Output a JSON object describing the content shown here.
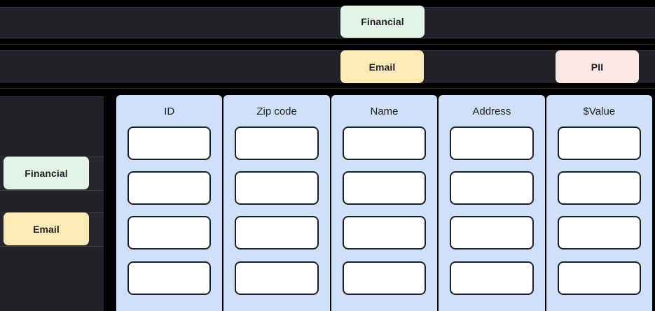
{
  "background_color": "#000000",
  "top_rows": [
    {
      "name": "row-financial",
      "bar_color": "#202227",
      "tags": [
        {
          "label": "Financial",
          "color": "#e3f3e8"
        }
      ]
    },
    {
      "name": "row-email-pii",
      "bar_color": "#202227",
      "tags": [
        {
          "label": "Email",
          "color": "#fdeab7"
        },
        {
          "label": "PII",
          "color": "#fbe8e6"
        }
      ]
    }
  ],
  "sidebar": {
    "panel_color": "#202227",
    "tags": [
      {
        "label": "Financial",
        "color": "#e3f3e8"
      },
      {
        "label": "Email",
        "color": "#fdeab7"
      }
    ]
  },
  "table": {
    "column_color": "#cfe0fb",
    "cell_color": "#ffffff",
    "cell_border_color": "#1d1f24",
    "row_count": 4,
    "columns": [
      {
        "header": "ID",
        "cells": [
          "",
          "",
          "",
          ""
        ]
      },
      {
        "header": "Zip code",
        "cells": [
          "",
          "",
          "",
          ""
        ]
      },
      {
        "header": "Name",
        "cells": [
          "",
          "",
          "",
          ""
        ]
      },
      {
        "header": "Address",
        "cells": [
          "",
          "",
          "",
          ""
        ]
      },
      {
        "header": "$Value",
        "cells": [
          "",
          "",
          "",
          ""
        ]
      }
    ]
  }
}
